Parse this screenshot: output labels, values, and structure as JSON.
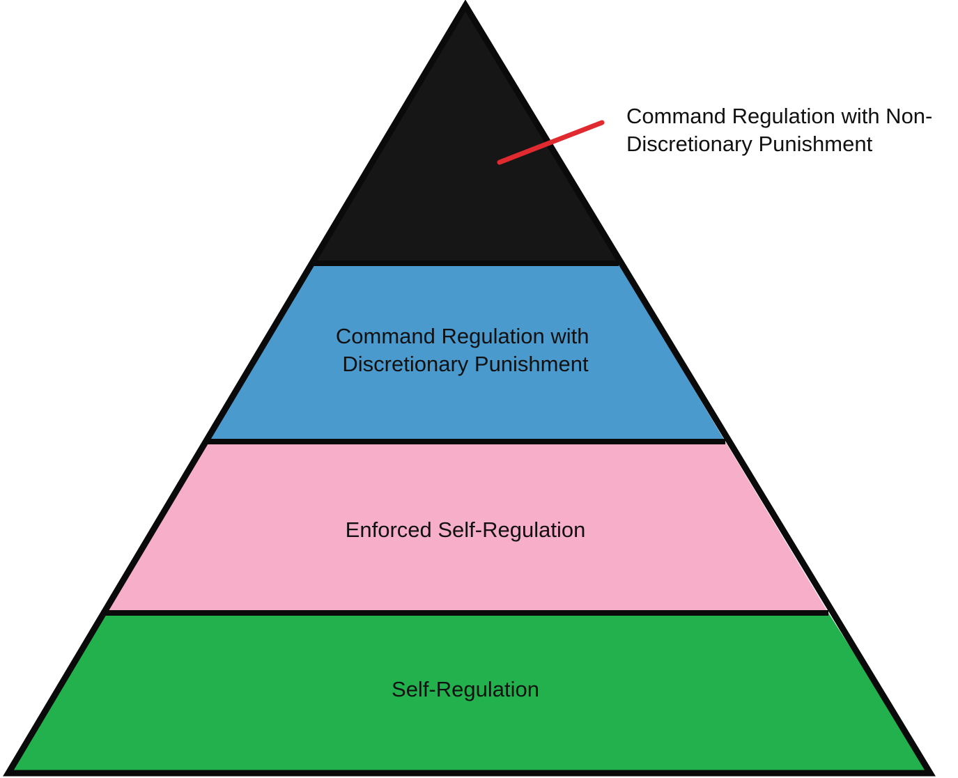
{
  "diagram": {
    "type": "pyramid",
    "tiers": [
      {
        "id": "command-non-discretionary",
        "label_lines": [
          "Command Regulation with Non-",
          "Discretionary Punishment"
        ],
        "fill": "#161616",
        "label_placement": "callout-right"
      },
      {
        "id": "command-discretionary",
        "label_lines": [
          "Command Regulation with",
          "Discretionary Punishment"
        ],
        "fill": "#4a9ace",
        "label_placement": "inside"
      },
      {
        "id": "enforced-self-regulation",
        "label_lines": [
          "Enforced Self-Regulation"
        ],
        "fill": "#f7aec8",
        "label_placement": "inside"
      },
      {
        "id": "self-regulation",
        "label_lines": [
          "Self-Regulation"
        ],
        "fill": "#23b14d",
        "label_placement": "inside"
      }
    ],
    "outline_color": "#0a0a0a",
    "callout_color": "#e02a2f"
  }
}
